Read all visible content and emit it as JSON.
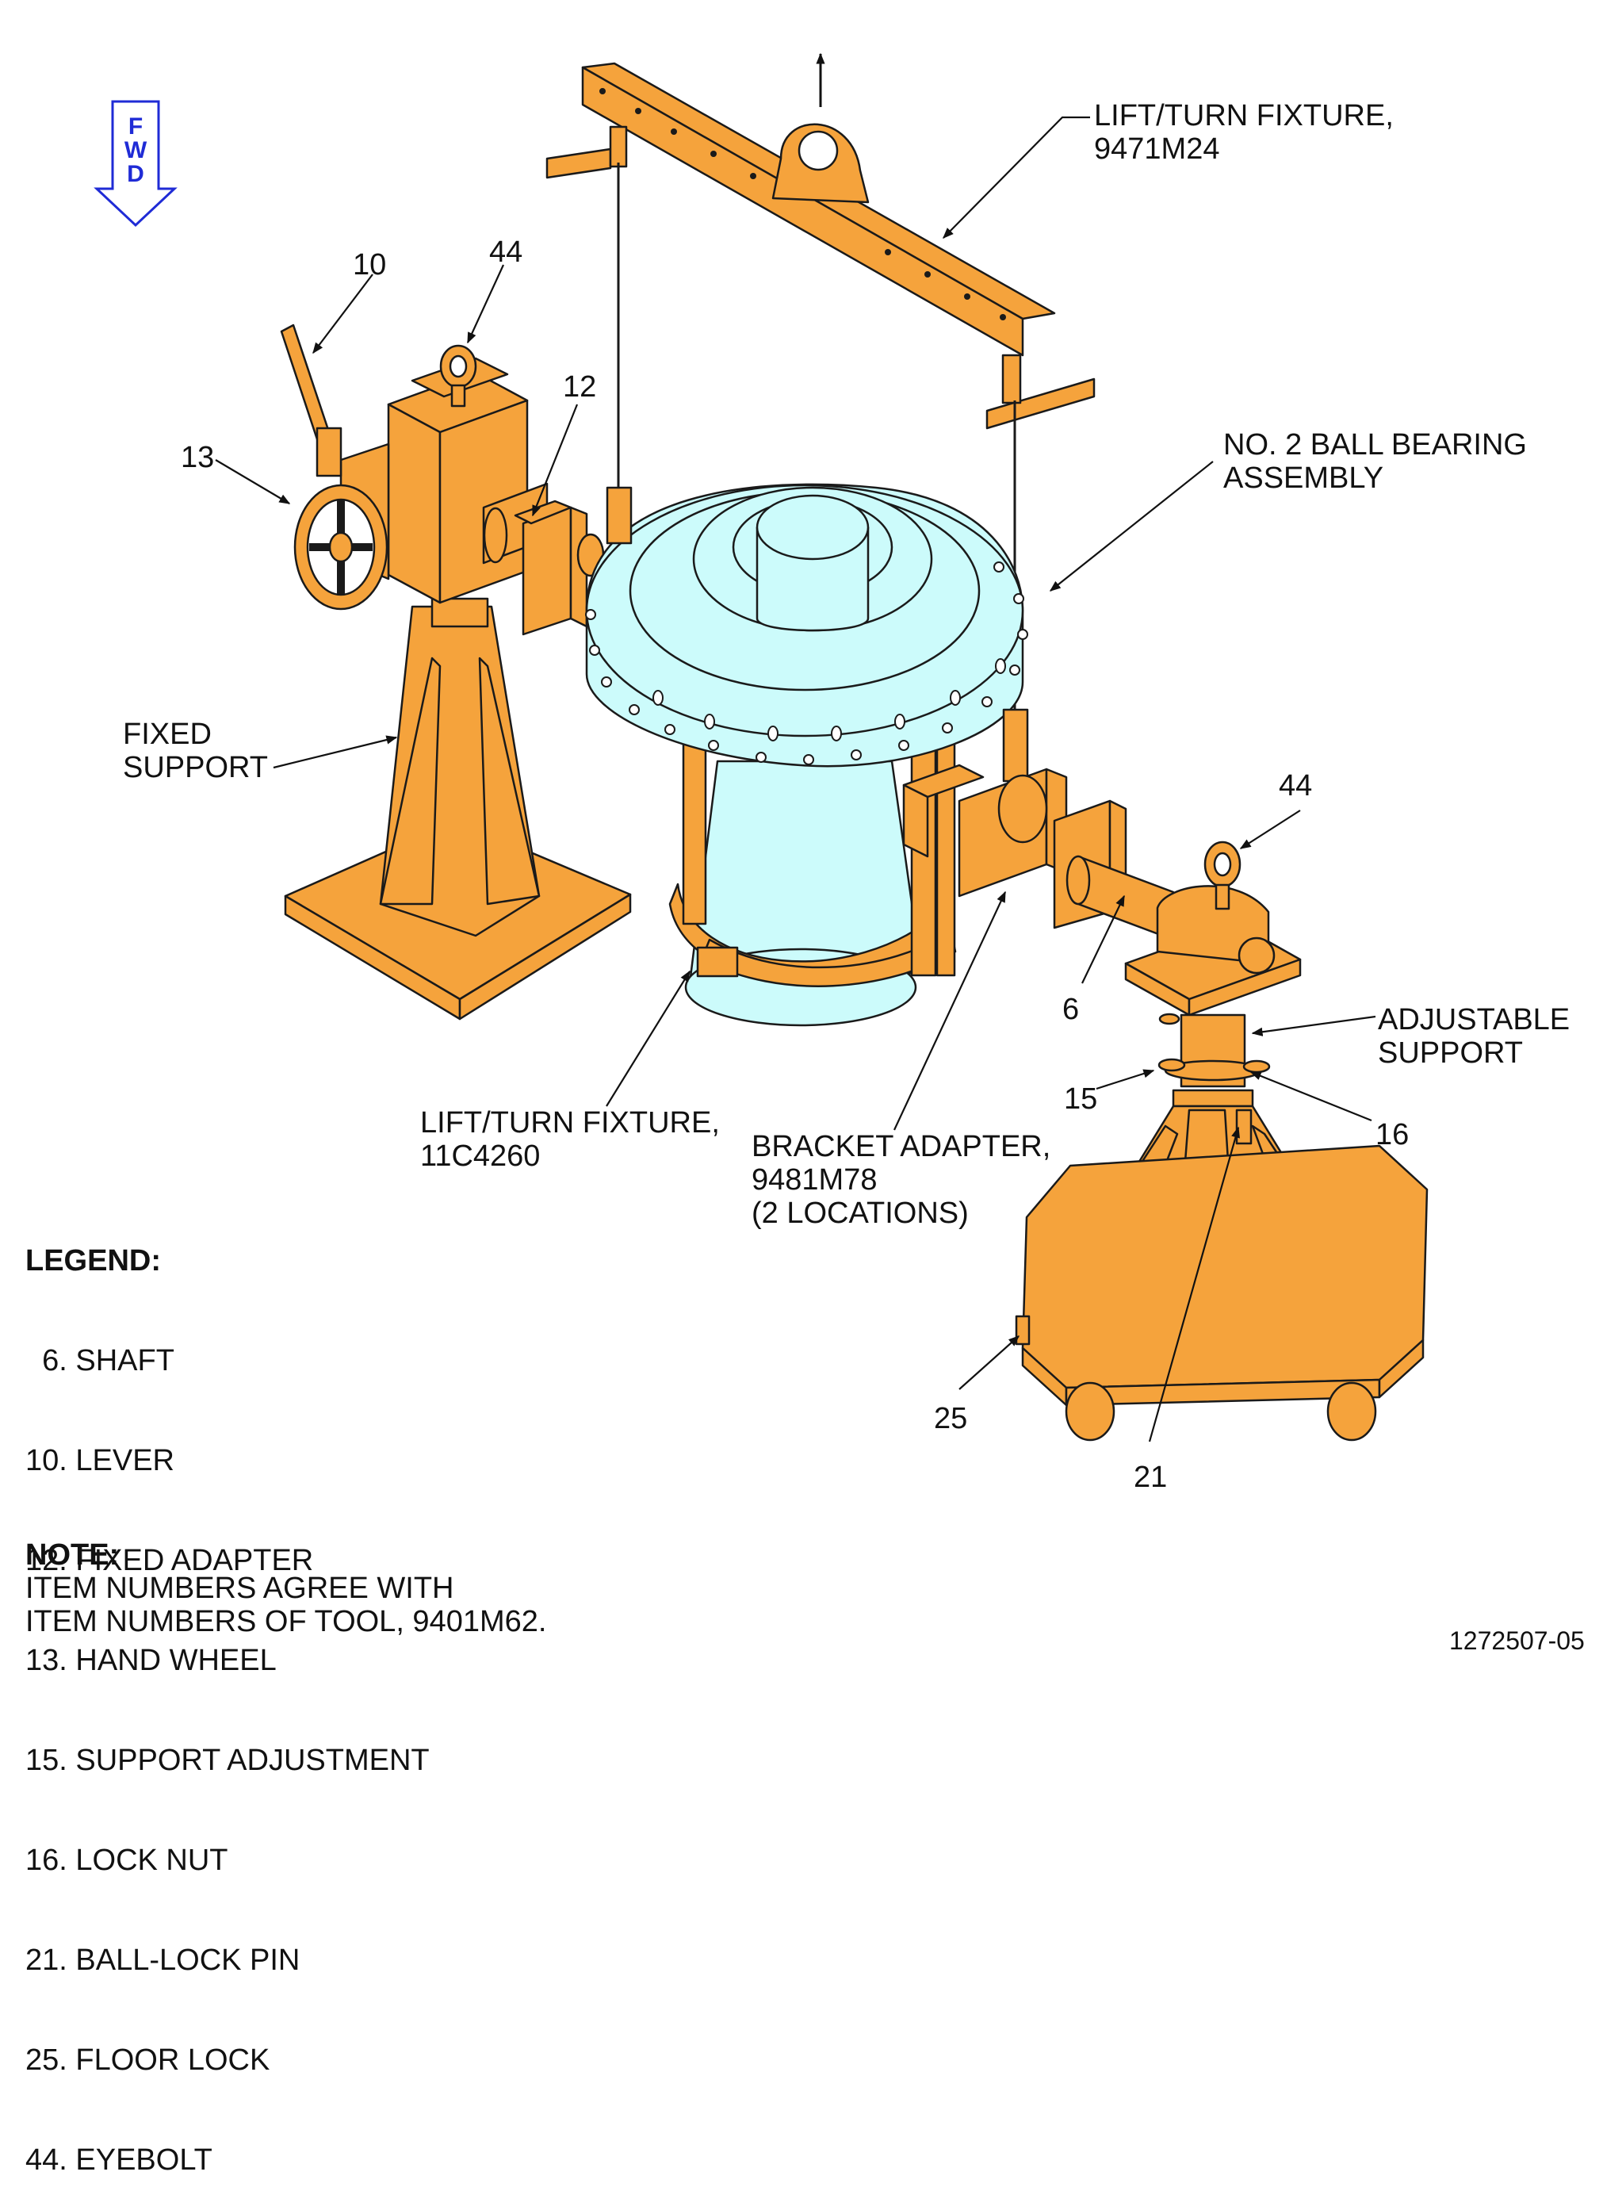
{
  "fwd": [
    "F",
    "W",
    "D"
  ],
  "callouts": {
    "lift_fixture_top": [
      "LIFT/TURN FIXTURE,",
      "9471M24"
    ],
    "bearing": [
      "NO. 2 BALL BEARING",
      "ASSEMBLY"
    ],
    "fixed_support": [
      "FIXED",
      "SUPPORT"
    ],
    "adjustable_support": [
      "ADJUSTABLE",
      "SUPPORT"
    ],
    "lift_fixture_bottom": [
      "LIFT/TURN FIXTURE,",
      "11C4260"
    ],
    "bracket_adapter": [
      "BRACKET ADAPTER,",
      "9481M78",
      "(2 LOCATIONS)"
    ]
  },
  "item_numbers": {
    "lever": "10",
    "eyebolt_left": "44",
    "fixed_adapter": "12",
    "hand_wheel": "13",
    "eyebolt_right": "44",
    "shaft": "6",
    "support_adjustment": "15",
    "lock_nut": "16",
    "floor_lock": "25",
    "ball_lock_pin": "21"
  },
  "legend": {
    "title": "LEGEND:",
    "items": [
      "  6. SHAFT",
      "10. LEVER",
      "12. FIXED ADAPTER",
      "13. HAND WHEEL",
      "15. SUPPORT ADJUSTMENT",
      "16. LOCK NUT",
      "21. BALL-LOCK PIN",
      "25. FLOOR LOCK",
      "44. EYEBOLT"
    ]
  },
  "note": {
    "title": "NOTE:",
    "lines": [
      "ITEM NUMBERS AGREE WITH",
      "ITEM NUMBERS OF TOOL, 9401M62."
    ]
  },
  "doc_number": "1272507-05",
  "colors": {
    "fixture_orange": "#f5a33c",
    "engine_cyan": "#ccfbfb",
    "outline": "#1a1a1a",
    "fwd_blue": "#1f2bd6"
  }
}
